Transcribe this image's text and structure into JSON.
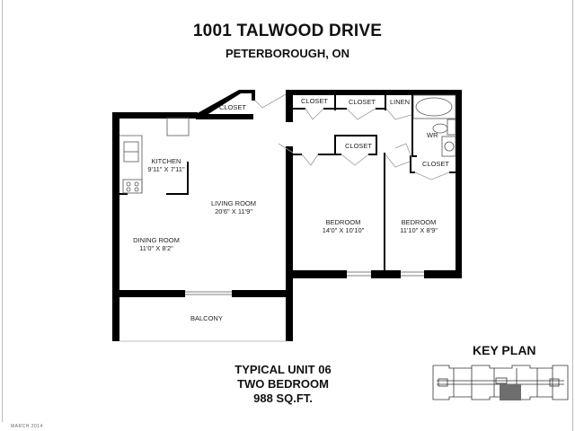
{
  "header": {
    "title": "1001 TALWOOD DRIVE",
    "subtitle": "PETERBOROUGH, ON"
  },
  "rooms": {
    "closet_entry": {
      "label": "CLOSET"
    },
    "closet_hall_1": {
      "label": "CLOSET"
    },
    "closet_hall_2": {
      "label": "CLOSET"
    },
    "linen": {
      "label": "LINEN"
    },
    "washroom": {
      "label": "WR"
    },
    "closet_bed1": {
      "label": "CLOSET"
    },
    "closet_bed2": {
      "label": "CLOSET"
    },
    "kitchen": {
      "label": "KITCHEN",
      "size": "9'11\" X 7'11\""
    },
    "living_room": {
      "label": "LIVING ROOM",
      "size": "20'6\" X 11'9\""
    },
    "dining_room": {
      "label": "DINING ROOM",
      "size": "11'0\" X 8'2\""
    },
    "bedroom_1": {
      "label": "BEDROOM",
      "size": "14'0\" X 10'10\""
    },
    "bedroom_2": {
      "label": "BEDROOM",
      "size": "11'10\" X 8'9\""
    },
    "balcony": {
      "label": "BALCONY"
    }
  },
  "unit": {
    "name": "TYPICAL UNIT 06",
    "type": "TWO BEDROOM",
    "area": "988 SQ.FT."
  },
  "key_plan": {
    "title": "KEY PLAN",
    "highlight_color": "#6e6e6e"
  },
  "footer": {
    "date": "MARCH 2014"
  },
  "colors": {
    "wall": "#000000",
    "fixture_line": "#555555",
    "door_swing": "#9a9a9a",
    "frame": "#bdbdbd"
  }
}
